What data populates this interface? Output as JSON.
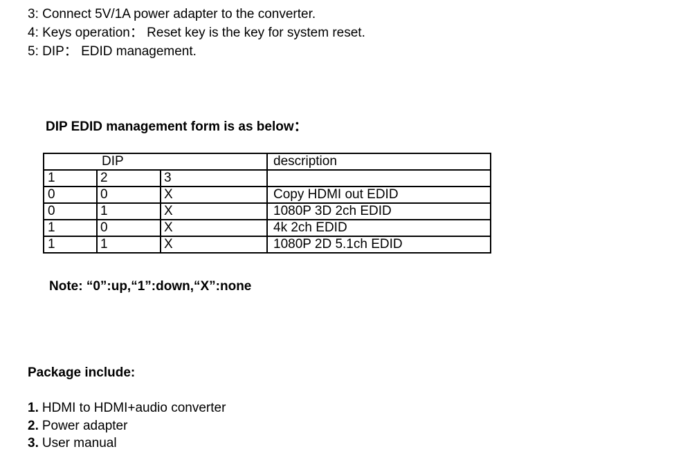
{
  "page": {
    "background": "#ffffff",
    "text_color": "#000000"
  },
  "intro_lines": [
    "3: Connect 5V/1A power adapter to the converter.",
    "4: Keys operation： Reset key is the key for system reset.",
    "5: DIP： EDID management."
  ],
  "dip_section": {
    "heading": "DIP EDID management form is as below：",
    "table": {
      "header": {
        "dip": "DIP",
        "description": "description"
      },
      "rows": [
        {
          "c1": "1",
          "c2": "2",
          "c3": "3",
          "desc": ""
        },
        {
          "c1": "0",
          "c2": "0",
          "c3": "X",
          "desc": "Copy HDMI out EDID"
        },
        {
          "c1": "0",
          "c2": "1",
          "c3": "X",
          "desc": "1080P 3D 2ch EDID"
        },
        {
          "c1": "1",
          "c2": "0",
          "c3": "X",
          "desc": "4k 2ch EDID"
        },
        {
          "c1": "1",
          "c2": "1",
          "c3": "X",
          "desc": "1080P 2D 5.1ch EDID"
        }
      ]
    },
    "note": "Note: “0”:up,“1”:down,“X”:none"
  },
  "package_section": {
    "heading": "Package include:",
    "items": [
      {
        "num": "1.",
        "text": "HDMI to HDMI+audio converter"
      },
      {
        "num": "2.",
        "text": "Power adapter"
      },
      {
        "num": "3.",
        "text": "User manual"
      }
    ]
  }
}
